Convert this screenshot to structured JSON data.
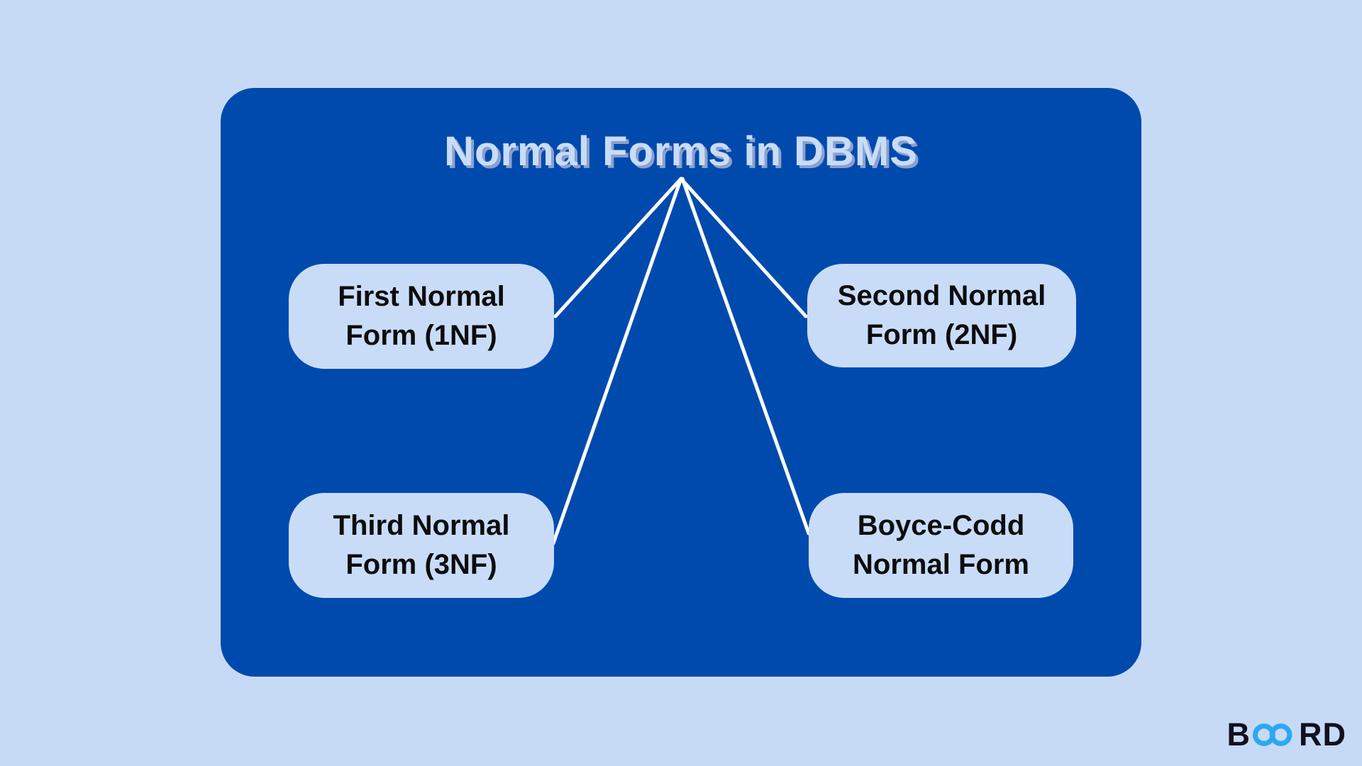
{
  "diagram": {
    "title": "Normal Forms in DBMS",
    "nodes": [
      {
        "id": "first-normal-form",
        "line1": "First Normal",
        "line2": "Form (1NF)"
      },
      {
        "id": "second-normal-form",
        "line1": "Second Normal",
        "line2": "Form (2NF)"
      },
      {
        "id": "third-normal-form",
        "line1": "Third Normal",
        "line2": "Form (3NF)"
      },
      {
        "id": "boyce-codd",
        "line1": "Boyce-Codd",
        "line2": "Normal Form"
      }
    ]
  },
  "logo": {
    "prefix": "B",
    "suffix": "RD",
    "rings_icon": "infinity-rings-icon"
  },
  "colors": {
    "background": "#c7daf5",
    "panel": "#004aad",
    "node": "#c9dcf7",
    "connector": "#ffffff",
    "title_text": "#c9dcf7",
    "title_shadow": "#8ca0cd",
    "node_text": "#0c0c0e",
    "logo_accent": "#2ba9f0",
    "logo_text": "#101020"
  }
}
